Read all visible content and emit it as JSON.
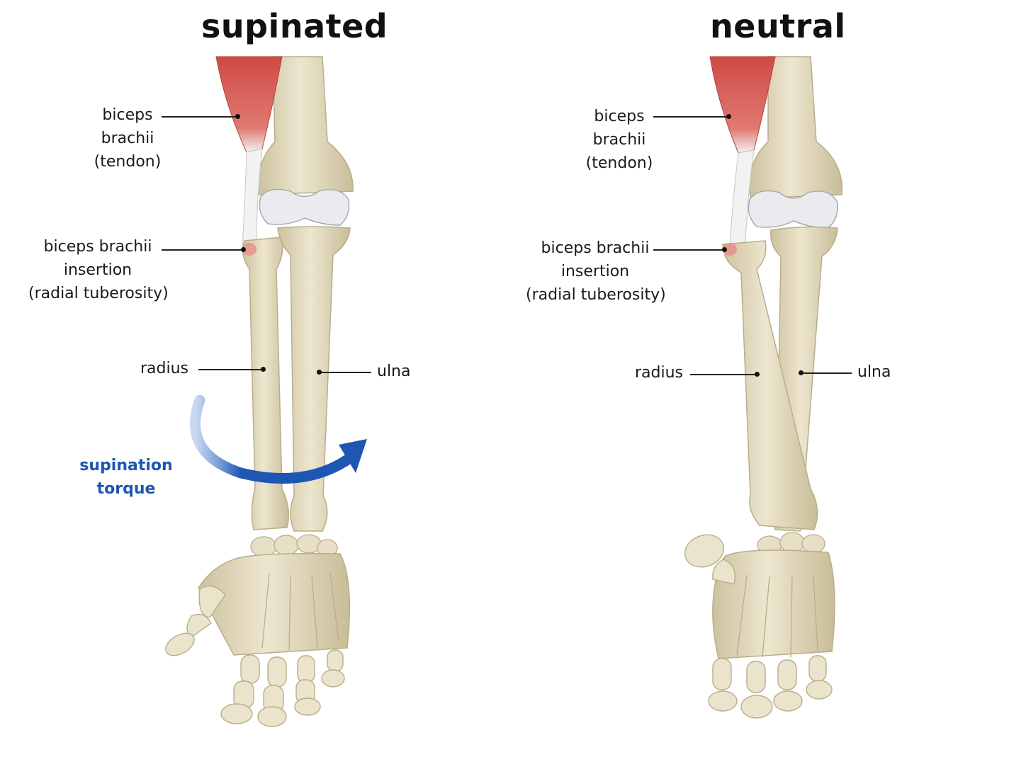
{
  "panels": [
    {
      "title": "supinated",
      "labels": {
        "biceps_tendon": [
          "biceps",
          "brachii",
          "(tendon)"
        ],
        "insertion": [
          "biceps brachii",
          "insertion",
          "(radial tuberosity)"
        ],
        "radius": "radius",
        "ulna": "ulna"
      },
      "annotation": [
        "supination",
        "torque"
      ]
    },
    {
      "title": "neutral",
      "labels": {
        "biceps_tendon": [
          "biceps",
          "brachii",
          "(tendon)"
        ],
        "insertion": [
          "biceps brachii",
          "insertion",
          "(radial tuberosity)"
        ],
        "radius": "radius",
        "ulna": "ulna"
      }
    }
  ],
  "colors": {
    "bone": "#e8e0c6",
    "bone_shade": "#cfc4a2",
    "muscle": "#d9564f",
    "tendon": "#f1f1f1",
    "cartilage": "#e9ebee",
    "arrow": "#1d56b3"
  }
}
